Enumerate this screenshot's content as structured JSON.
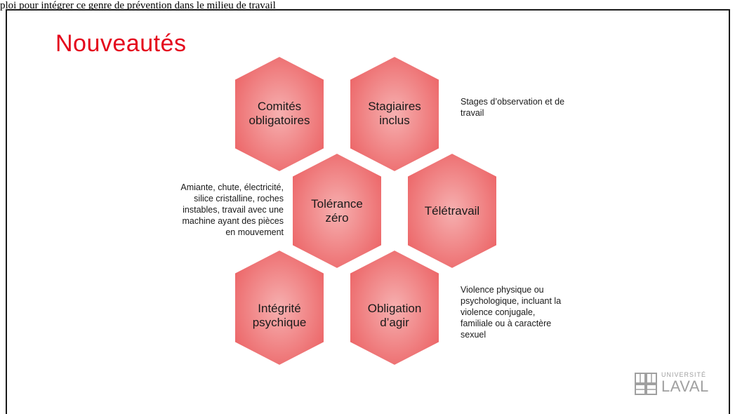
{
  "caption": "ploi pour intégrer ce genre de prévention dans le milieu de travail",
  "slide": {
    "title": "Nouveautés"
  },
  "hexagons": [
    {
      "id": "comites",
      "line1": "Comités",
      "line2": "obligatoires"
    },
    {
      "id": "stagiaires",
      "line1": "Stagiaires",
      "line2": "inclus"
    },
    {
      "id": "tolerance",
      "line1": "Tolérance",
      "line2": "zéro"
    },
    {
      "id": "teletravail",
      "line1": "Télétravail",
      "line2": ""
    },
    {
      "id": "integrite",
      "line1": "Intégrité",
      "line2": "psychique"
    },
    {
      "id": "obligation",
      "line1": "Obligation",
      "line2": "d’agir"
    }
  ],
  "notes": {
    "stagiaires": [
      "Stages d’observation et de",
      "travail"
    ],
    "tolerance": [
      "Amiante, chute, électricité,",
      "silice cristalline, roches",
      "instables, travail avec une",
      "machine ayant des pièces",
      "en mouvement"
    ],
    "obligation": [
      "Violence physique ou",
      "psychologique, incluant la",
      "violence conjugale,",
      "familiale ou à caractère",
      "sexuel"
    ]
  },
  "logo": {
    "top": "UNIVERSITÉ",
    "bottom": "LAVAL"
  },
  "colors": {
    "title": "#e4061c",
    "hex_fill": "#ee6f70",
    "hex_fill_light": "#f4a0a0"
  }
}
